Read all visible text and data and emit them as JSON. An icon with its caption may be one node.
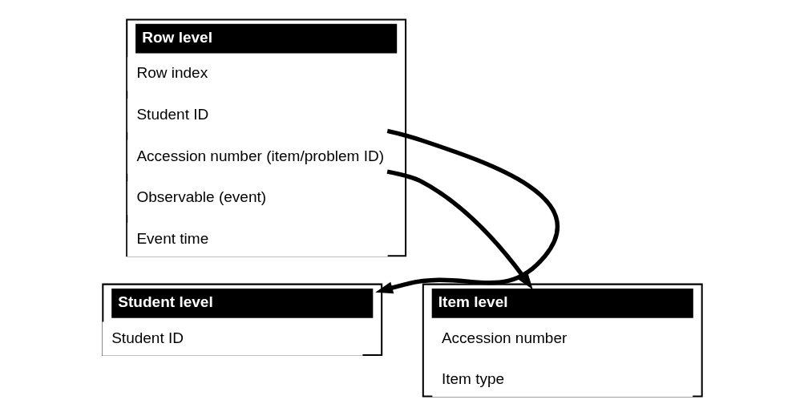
{
  "diagram": {
    "nodes": [
      {
        "text": [
          "Row level"
        ]
      },
      {
        "text": [
          "Row index"
        ],
        "in": 0
      },
      {
        "text": [
          "Student ID"
        ],
        "in": 0
      },
      {
        "text": [
          "Accession number (item/problem ID)"
        ],
        "in": 0
      },
      {
        "text": [
          "Observable (event)"
        ],
        "in": 0
      },
      {
        "text": [
          "Event time"
        ],
        "in": 0
      },
      {
        "text": [
          "Student level"
        ]
      },
      {
        "text": [
          "Student ID"
        ],
        "in": 6
      },
      {
        "text": [
          "Item level"
        ]
      },
      {
        "text": [
          "Accession number"
        ],
        "in": 8
      },
      {
        "text": [
          "Item type"
        ],
        "in": 8
      }
    ],
    "edges": [
      {
        "from": 2,
        "to": 6,
        "arrow": "to"
      },
      {
        "from": 3,
        "to": 8,
        "arrow": "to"
      }
    ]
  }
}
